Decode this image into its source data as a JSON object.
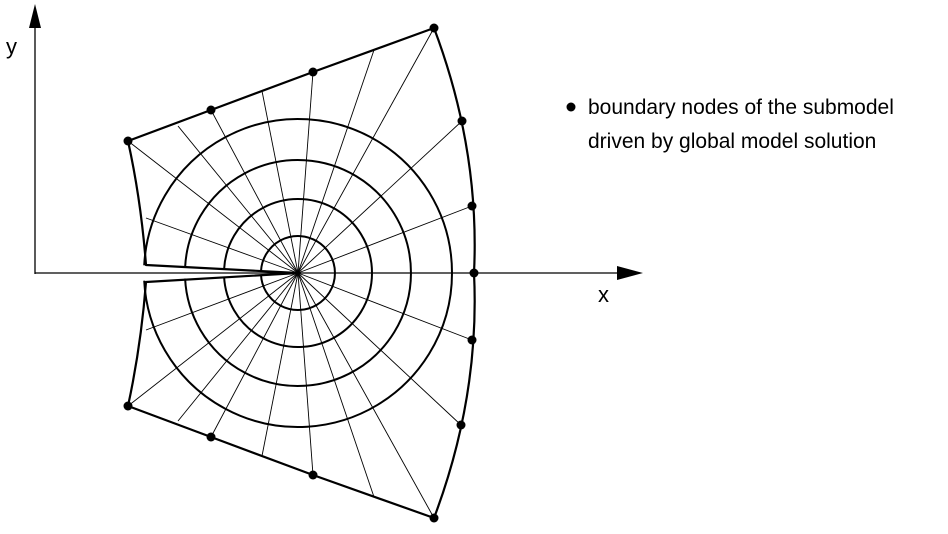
{
  "axes": {
    "x_label": "x",
    "y_label": "y"
  },
  "legend": {
    "marker": "•",
    "line1": "boundary nodes of the submodel",
    "line2": "driven by global model solution"
  }
}
